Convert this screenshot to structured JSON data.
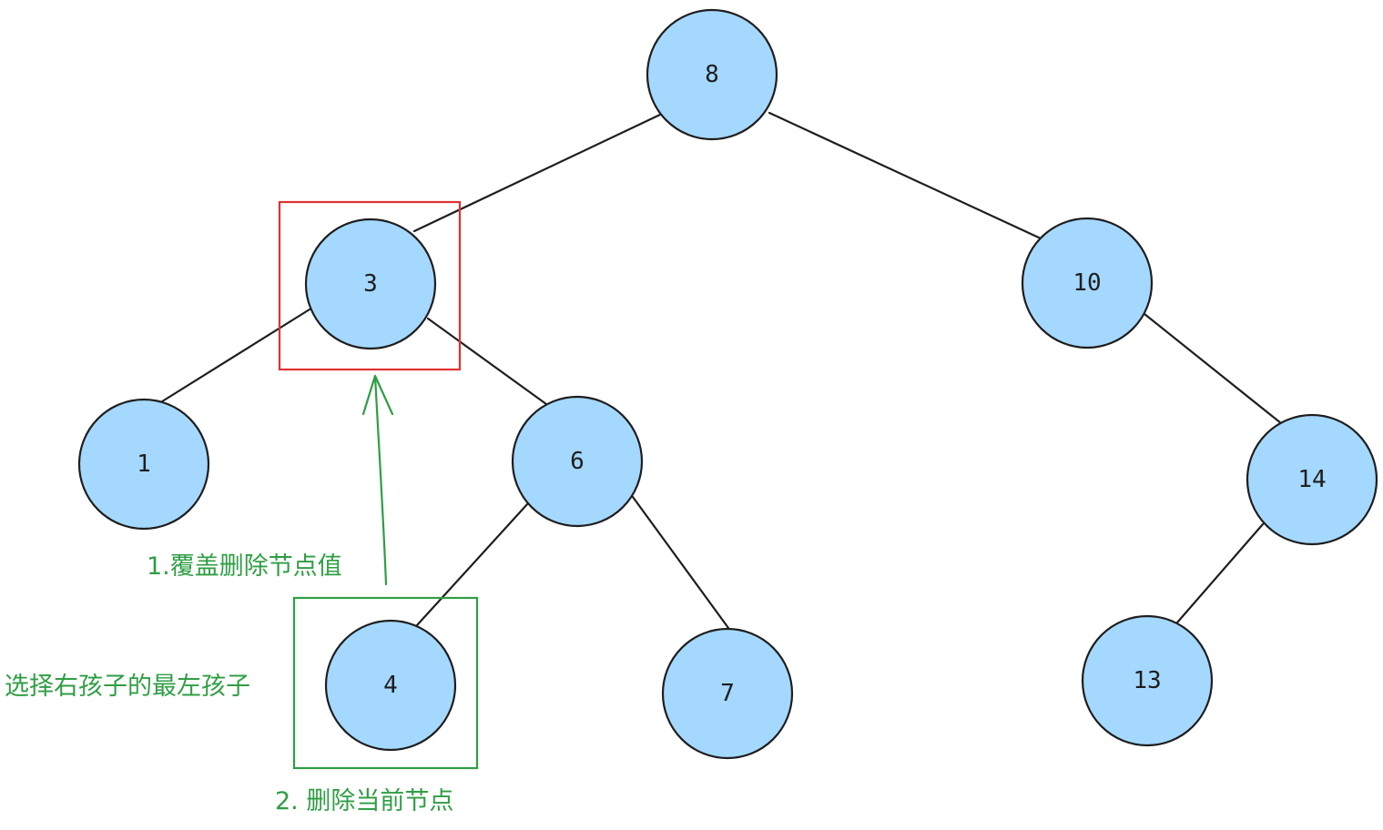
{
  "tree": {
    "nodes": [
      {
        "id": "n8",
        "value": "8"
      },
      {
        "id": "n3",
        "value": "3"
      },
      {
        "id": "n10",
        "value": "10"
      },
      {
        "id": "n1",
        "value": "1"
      },
      {
        "id": "n6",
        "value": "6"
      },
      {
        "id": "n14",
        "value": "14"
      },
      {
        "id": "n4",
        "value": "4"
      },
      {
        "id": "n7",
        "value": "7"
      },
      {
        "id": "n13",
        "value": "13"
      }
    ],
    "edges": [
      {
        "from": "n8",
        "to": "n3"
      },
      {
        "from": "n8",
        "to": "n10"
      },
      {
        "from": "n3",
        "to": "n1"
      },
      {
        "from": "n3",
        "to": "n6"
      },
      {
        "from": "n6",
        "to": "n4"
      },
      {
        "from": "n6",
        "to": "n7"
      },
      {
        "from": "n10",
        "to": "n14"
      },
      {
        "from": "n14",
        "to": "n13"
      }
    ]
  },
  "annotations": {
    "step1": "1.覆盖删除节点值",
    "select": "选择右孩子的最左孩子",
    "step2": "2. 删除当前节点"
  },
  "colors": {
    "node_fill": "#a5d8ff",
    "stroke": "#1e1e1e",
    "highlight_target": "#e03131",
    "highlight_source": "#2f9e44"
  }
}
